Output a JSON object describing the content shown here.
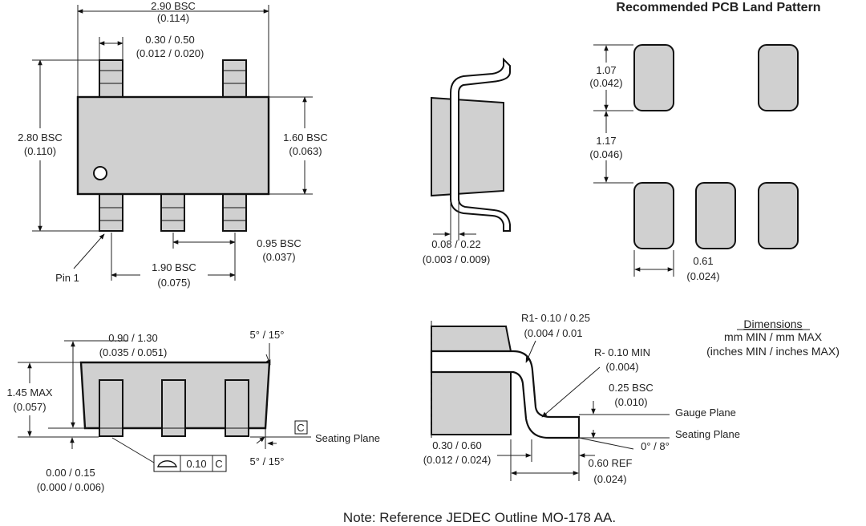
{
  "top_view": {
    "overall_width": "2.90 BSC",
    "overall_width_in": "(0.114)",
    "lead_width": "0.30 / 0.50",
    "lead_width_in": "(0.012 / 0.020)",
    "overall_height": "2.80 BSC",
    "overall_height_in": "(0.110)",
    "body_height": "1.60 BSC",
    "body_height_in": "(0.063)",
    "pitch": "0.95 BSC",
    "pitch_in": "(0.037)",
    "double_pitch": "1.90 BSC",
    "double_pitch_in": "(0.075)",
    "pin1_label": "Pin 1"
  },
  "end_view": {
    "lead_thickness": "0.08 / 0.22",
    "lead_thickness_in": "(0.003 / 0.009)"
  },
  "land_pattern": {
    "title": "Recommended PCB Land Pattern",
    "pad_length": "1.07",
    "pad_length_in": "(0.042)",
    "pad_gap": "1.17",
    "pad_gap_in": "(0.046)",
    "pad_width": "0.61",
    "pad_width_in": "(0.024)"
  },
  "side_view": {
    "body_thickness": "0.90 / 1.30",
    "body_thickness_in": "(0.035 / 0.051)",
    "draft_angle_top": "5° / 15°",
    "draft_angle_bottom": "5° / 15°",
    "max_height": "1.45 MAX",
    "max_height_in": "(0.057)",
    "standoff": "0.00 / 0.15",
    "standoff_in": "(0.000 / 0.006)",
    "datum": "C",
    "seating_plane": "Seating Plane",
    "coplanarity": "0.10",
    "coplanarity_datum": "C"
  },
  "detail_view": {
    "radius1": "R1- 0.10 / 0.25",
    "radius1_in": "(0.004 / 0.01",
    "radius": "R- 0.10 MIN",
    "radius_in": "(0.004)",
    "gauge": "0.25 BSC",
    "gauge_in": "(0.010)",
    "gauge_plane": "Gauge Plane",
    "seating_plane": "Seating Plane",
    "foot_angle": "0° / 8°",
    "foot_length": "0.30 / 0.60",
    "foot_length_in": "(0.012 / 0.024)",
    "ref_length": "0.60 REF",
    "ref_length_in": "(0.024)"
  },
  "dimensions_note": {
    "title": "Dimensions",
    "line1": "mm MIN / mm MAX",
    "line2": "(inches MIN / inches MAX)"
  },
  "footer_note": "Note: Reference JEDEC Outline MO-178 AA."
}
